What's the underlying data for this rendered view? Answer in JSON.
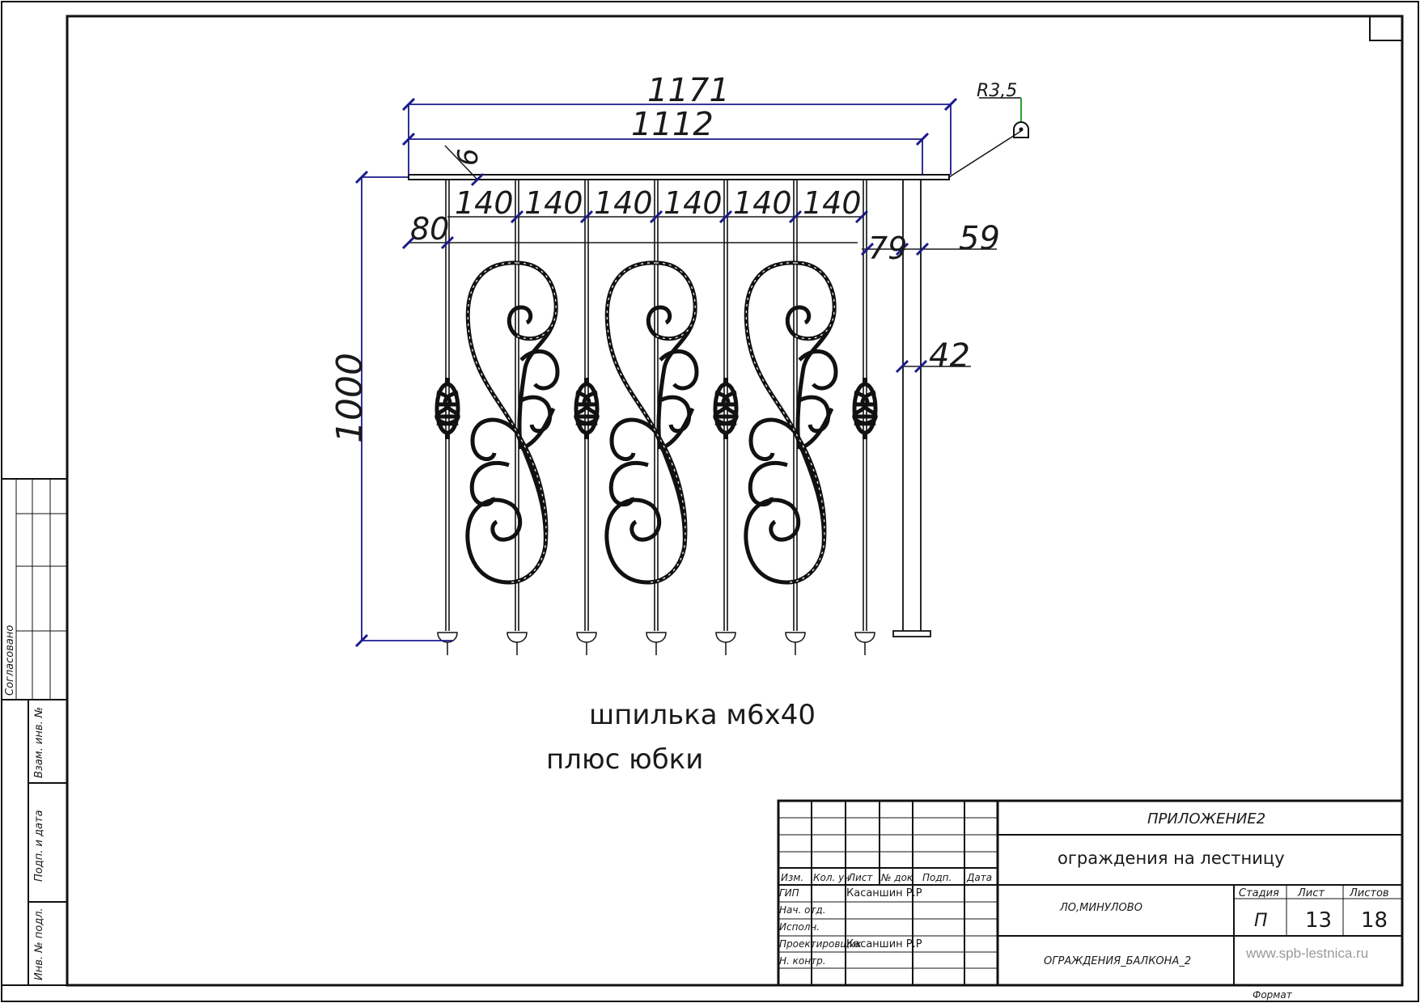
{
  "drawing": {
    "dimensions": {
      "overall_width": "1171",
      "rail_width": "1112",
      "offset_small": "6",
      "first_offset": "80",
      "spacings": [
        "140",
        "140",
        "140",
        "140",
        "140",
        "140"
      ],
      "post_gap": "79",
      "post_offset": "59",
      "post_size": "42",
      "height": "1000",
      "radius": "R3,5"
    },
    "notes": {
      "line1": "шпилька м6х40",
      "line2": "плюс юбки"
    },
    "balusters": {
      "plain_count": 7,
      "ornamental_panels": 3,
      "twist_count": 4
    }
  },
  "side_stamp": {
    "agreed": "Согласовано",
    "replaced_inv": "Взам. инв. №",
    "sign_date": "Подп. и дата",
    "inv_orig": "Инв. № подл."
  },
  "title_block": {
    "headers": [
      "Изм.",
      "Кол. уч",
      "Лист",
      "№ док",
      "Подп.",
      "Дата"
    ],
    "roles": [
      {
        "role": "ГИП",
        "name": "Касаншин Р.Р"
      },
      {
        "role": "Нач. отд.",
        "name": ""
      },
      {
        "role": "Исполн.",
        "name": ""
      },
      {
        "role": "Проектировщик",
        "name": "Касаншин Р.Р"
      },
      {
        "role": "Н. контр.",
        "name": ""
      }
    ],
    "appendix": "ПРИЛОЖЕНИЕ2",
    "subject": "ограждения на лестницу",
    "location": "ЛО,МИНУЛОВО",
    "sheet_name": "ОГРАЖДЕНИЯ_БАЛКОНА_2",
    "stage_label": "Стадия",
    "sheet_label": "Лист",
    "sheets_label": "Листов",
    "stage": "П",
    "sheet": "13",
    "sheets": "18",
    "website": "www.spb-lestnica.ru",
    "format_label": "Формат"
  }
}
